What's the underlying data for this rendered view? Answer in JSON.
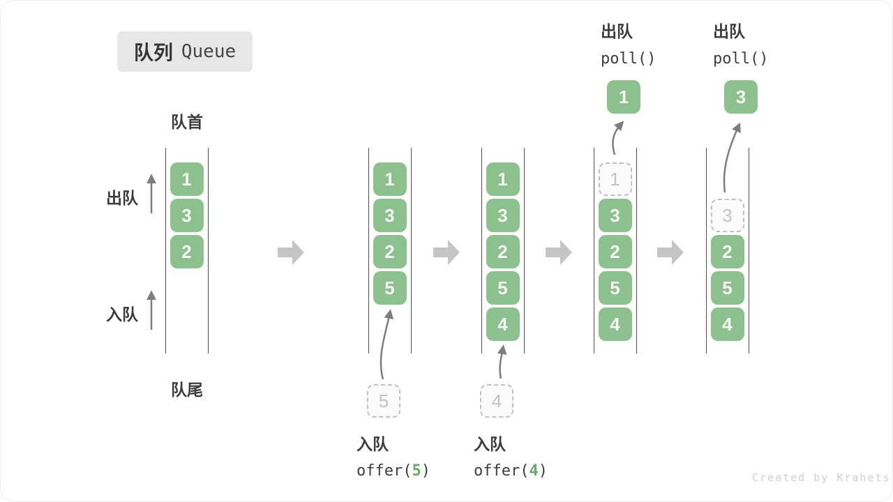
{
  "title": {
    "zh": "队列",
    "en": "Queue"
  },
  "labels": {
    "front": "队首",
    "rear": "队尾",
    "dequeue": "出队",
    "enqueue": "入队"
  },
  "colors": {
    "box_green": "#8cc08c",
    "code_arg_green": "#67a967",
    "dashed_gray": "#c0c0c0",
    "block_arrow_gray": "#c5c5c5",
    "thin_arrow_gray": "#7d7d7d",
    "queue_line": "#4f4f4f",
    "title_chip_bg": "#e7e7e7"
  },
  "queues": [
    {
      "name": "state-1",
      "cells": [
        {
          "value": "1",
          "style": "solid",
          "slot": 0
        },
        {
          "value": "3",
          "style": "solid",
          "slot": 1
        },
        {
          "value": "2",
          "style": "solid",
          "slot": 2
        }
      ]
    },
    {
      "name": "state-2",
      "cells": [
        {
          "value": "1",
          "style": "solid",
          "slot": 0
        },
        {
          "value": "3",
          "style": "solid",
          "slot": 1
        },
        {
          "value": "2",
          "style": "solid",
          "slot": 2
        },
        {
          "value": "5",
          "style": "solid",
          "slot": 3
        }
      ],
      "pending": {
        "value": "5"
      },
      "caption": {
        "action": "入队",
        "code_pre": "offer(",
        "code_arg": "5",
        "code_post": ")"
      }
    },
    {
      "name": "state-3",
      "cells": [
        {
          "value": "1",
          "style": "solid",
          "slot": 0
        },
        {
          "value": "3",
          "style": "solid",
          "slot": 1
        },
        {
          "value": "2",
          "style": "solid",
          "slot": 2
        },
        {
          "value": "5",
          "style": "solid",
          "slot": 3
        },
        {
          "value": "4",
          "style": "solid",
          "slot": 4
        }
      ],
      "pending": {
        "value": "4"
      },
      "caption": {
        "action": "入队",
        "code_pre": "offer(",
        "code_arg": "4",
        "code_post": ")"
      }
    },
    {
      "name": "state-4",
      "cells": [
        {
          "value": "1",
          "style": "dashed",
          "slot": 0
        },
        {
          "value": "3",
          "style": "solid",
          "slot": 1
        },
        {
          "value": "2",
          "style": "solid",
          "slot": 2
        },
        {
          "value": "5",
          "style": "solid",
          "slot": 3
        },
        {
          "value": "4",
          "style": "solid",
          "slot": 4
        }
      ],
      "popped": {
        "value": "1"
      },
      "header": {
        "action": "出队",
        "code": "poll()"
      }
    },
    {
      "name": "state-5",
      "cells": [
        {
          "value": "3",
          "style": "dashed",
          "slot": 1
        },
        {
          "value": "2",
          "style": "solid",
          "slot": 2
        },
        {
          "value": "5",
          "style": "solid",
          "slot": 3
        },
        {
          "value": "4",
          "style": "solid",
          "slot": 4
        }
      ],
      "popped": {
        "value": "3"
      },
      "header": {
        "action": "出队",
        "code": "poll()"
      }
    }
  ],
  "watermark": "Created by Krahets"
}
